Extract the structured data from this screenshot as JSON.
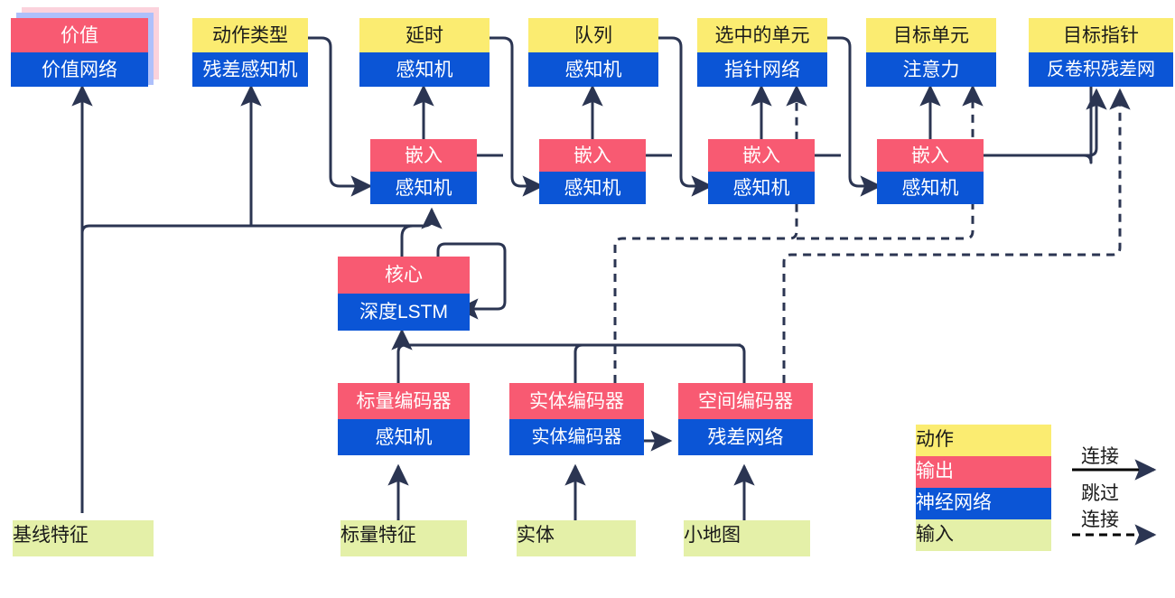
{
  "diagram": {
    "title": "StarCraft II agent network architecture diagram",
    "colors": {
      "action": "#fbec71",
      "output": "#f85a72",
      "neural_network": "#0b55d6",
      "input": "#e4f0a8",
      "wire": "#2b3552",
      "shadow_pink": "#fbd2dc",
      "shadow_blue": "#aec0fb"
    },
    "nodes": [
      {
        "id": "value",
        "top": "价值",
        "bottom": "价值网络",
        "top_kind": "output",
        "bottom_kind": "net",
        "stacked": true
      },
      {
        "id": "action_type",
        "top": "动作类型",
        "bottom": "残差感知机",
        "top_kind": "action",
        "bottom_kind": "net",
        "stacked": false
      },
      {
        "id": "delay",
        "top": "延时",
        "bottom": "感知机",
        "top_kind": "action",
        "bottom_kind": "net",
        "stacked": false
      },
      {
        "id": "queue",
        "top": "队列",
        "bottom": "感知机",
        "top_kind": "action",
        "bottom_kind": "net",
        "stacked": false
      },
      {
        "id": "selected_units",
        "top": "选中的单元",
        "bottom": "指针网络",
        "top_kind": "action",
        "bottom_kind": "net",
        "stacked": false
      },
      {
        "id": "target_unit",
        "top": "目标单元",
        "bottom": "注意力",
        "top_kind": "action",
        "bottom_kind": "net",
        "stacked": false
      },
      {
        "id": "target_point",
        "top": "目标指针",
        "bottom": "反卷积残差网",
        "top_kind": "action",
        "bottom_kind": "net",
        "stacked": false
      },
      {
        "id": "embed1",
        "top": "嵌入",
        "bottom": "感知机",
        "top_kind": "output",
        "bottom_kind": "net",
        "stacked": false
      },
      {
        "id": "embed2",
        "top": "嵌入",
        "bottom": "感知机",
        "top_kind": "output",
        "bottom_kind": "net",
        "stacked": false
      },
      {
        "id": "embed3",
        "top": "嵌入",
        "bottom": "感知机",
        "top_kind": "output",
        "bottom_kind": "net",
        "stacked": false
      },
      {
        "id": "embed4",
        "top": "嵌入",
        "bottom": "感知机",
        "top_kind": "output",
        "bottom_kind": "net",
        "stacked": false
      },
      {
        "id": "core",
        "top": "核心",
        "bottom": "深度LSTM",
        "top_kind": "output",
        "bottom_kind": "net",
        "stacked": false
      },
      {
        "id": "scalar_enc",
        "top": "标量编码器",
        "bottom": "感知机",
        "top_kind": "output",
        "bottom_kind": "net",
        "stacked": false
      },
      {
        "id": "entity_enc",
        "top": "实体编码器",
        "bottom": "实体编码器",
        "top_kind": "output",
        "bottom_kind": "net",
        "stacked": false
      },
      {
        "id": "spatial_enc",
        "top": "空间编码器",
        "bottom": "残差网络",
        "top_kind": "output",
        "bottom_kind": "net",
        "stacked": false
      }
    ],
    "inputs": [
      {
        "id": "baseline_features",
        "label": "基线特征"
      },
      {
        "id": "scalar_features",
        "label": "标量特征"
      },
      {
        "id": "entities",
        "label": "实体"
      },
      {
        "id": "minimap",
        "label": "小地图"
      }
    ],
    "legend": {
      "swatches": [
        {
          "id": "legend-action",
          "label": "动作",
          "kind": "action"
        },
        {
          "id": "legend-output",
          "label": "输出",
          "kind": "output"
        },
        {
          "id": "legend-net",
          "label": "神经网络",
          "kind": "net"
        },
        {
          "id": "legend-input",
          "label": "输入",
          "kind": "input"
        }
      ],
      "connection_label": "连接",
      "skip_label_line1": "跳过",
      "skip_label_line2": "连接"
    }
  }
}
